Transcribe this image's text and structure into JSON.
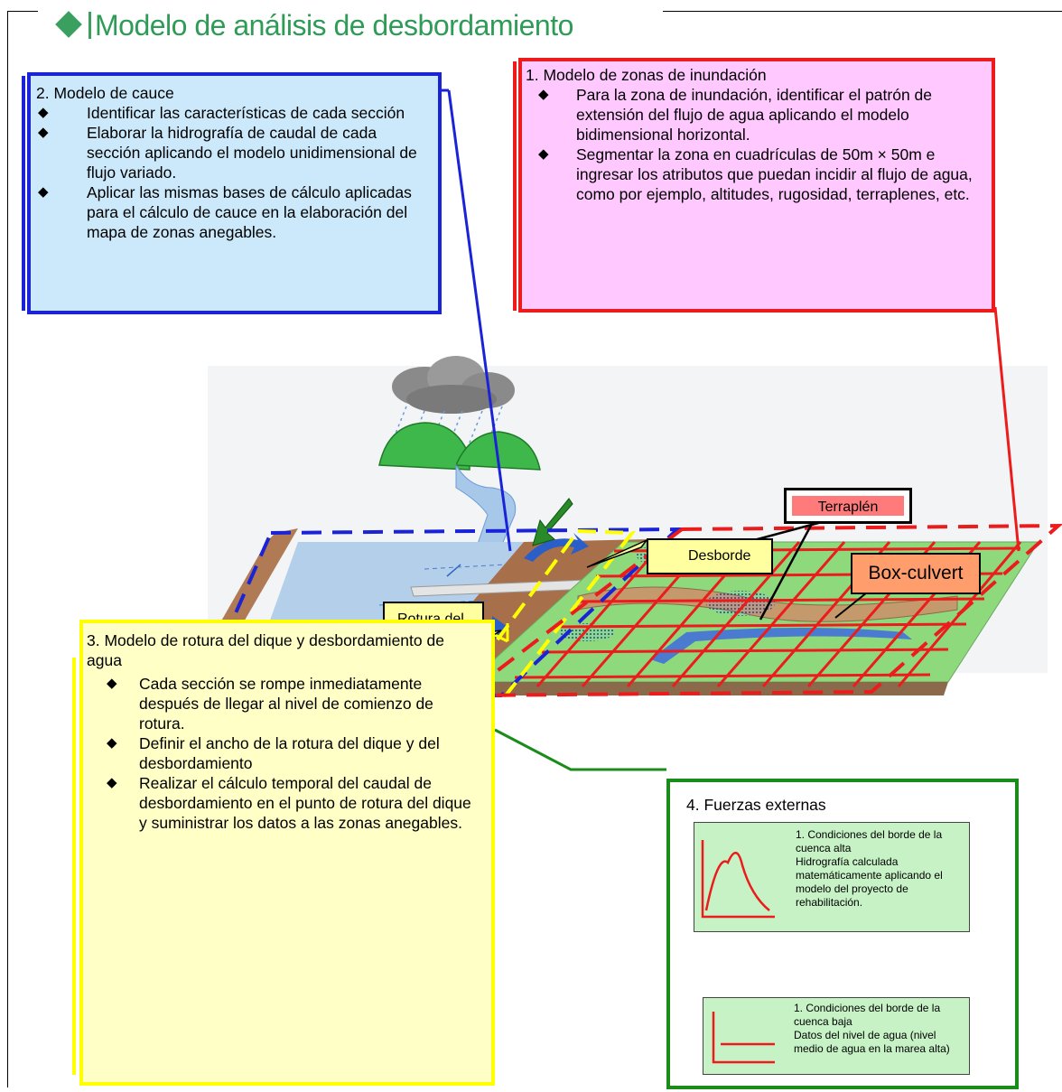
{
  "title": "Modelo de análisis de desbordamiento",
  "box_cauce": {
    "heading": "2. Modelo de cauce",
    "items": [
      "Identificar las características de cada sección",
      "Elaborar la hidrografía de caudal de cada sección aplicando el modelo unidimensional de flujo variado.",
      "Aplicar las mismas bases de cálculo aplicadas para el cálculo de cauce en la elaboración del mapa de zonas anegables."
    ]
  },
  "box_inundacion": {
    "heading": "1. Modelo de zonas de inundación",
    "items": [
      "Para la zona de inundación, identificar el patrón de extensión del flujo de agua aplicando el modelo bidimensional horizontal.",
      "Segmentar la zona en cuadrículas de 50m × 50m e ingresar los atributos que puedan incidir al flujo de agua, como por ejemplo, altitudes, rugosidad, terraplenes, etc."
    ]
  },
  "box_rotura": {
    "heading": "3. Modelo de rotura del dique y desbordamiento de agua",
    "items": [
      "Cada sección se rompe inmediatamente después de llegar al nivel de comienzo de rotura.",
      "Definir el ancho de la rotura del dique y del desbordamiento",
      "Realizar el cálculo temporal del caudal de desbordamiento en el punto de rotura del dique y suministrar los datos a las zonas anegables."
    ]
  },
  "box_fuerzas": {
    "heading": "4. Fuerzas externas",
    "upper": {
      "line1": "1. Condiciones del borde de la cuenca alta",
      "line2": "Hidrografía calculada matemáticamente aplicando el modelo del proyecto de rehabilitación."
    },
    "lower": {
      "line1": "1. Condiciones del borde de la cuenca baja",
      "line2": "Datos del nivel de agua (nivel medio de agua en la marea alta)"
    }
  },
  "labels": {
    "terraplen": "Terraplén",
    "desborde": "Desborde",
    "box_culvert": "Box-culvert",
    "rotura": "Rotura del dique"
  },
  "bullet_glyph": "◆",
  "colors": {
    "title_green": "#2e9b57",
    "blue_border": "#1a23d6",
    "blue_fill": "#cbe9fa",
    "red_border": "#ec1c1c",
    "pink_fill": "#ffc9ff",
    "yellow_border": "#ffff00",
    "yellow_fill": "#ffffc6",
    "green_border": "#1a8c1a",
    "green_fill": "#c6f2c6"
  }
}
